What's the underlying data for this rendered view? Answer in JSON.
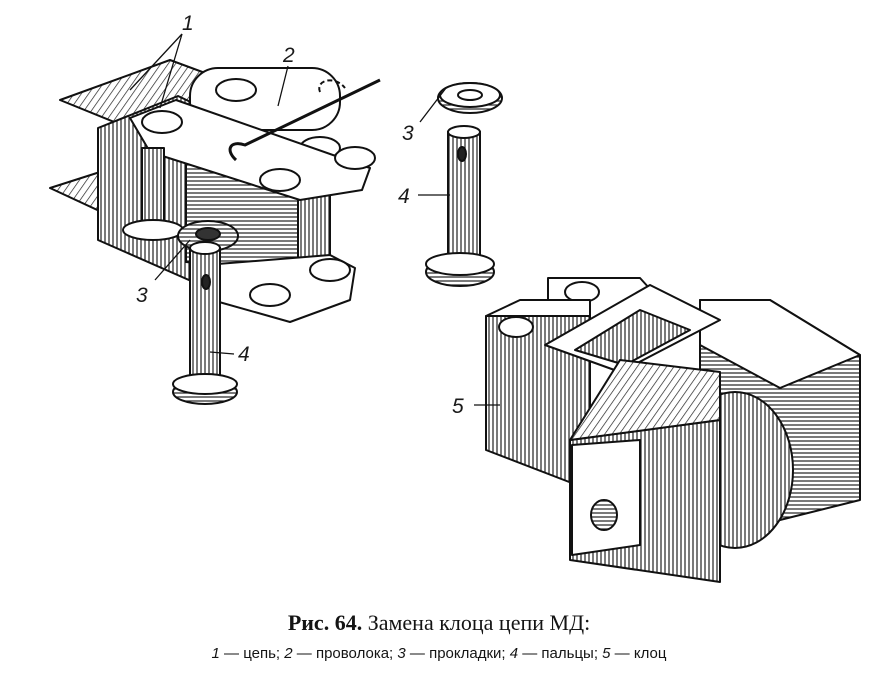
{
  "figure": {
    "labels": {
      "chain": "1",
      "wire": "2",
      "washer_top": "3",
      "washer_bottom": "3",
      "pin_right": "4",
      "pin_left": "4",
      "shoe": "5"
    }
  },
  "caption": {
    "prefix": "Рис. 64.",
    "title": "Замена клоца цепи МД:",
    "legend": [
      {
        "num": "1",
        "text": " — цепь; "
      },
      {
        "num": "2",
        "text": " — проволока; "
      },
      {
        "num": "3",
        "text": " — прокладки; "
      },
      {
        "num": "4",
        "text": " — пальцы; "
      },
      {
        "num": "5",
        "text": " — клоц"
      }
    ]
  }
}
